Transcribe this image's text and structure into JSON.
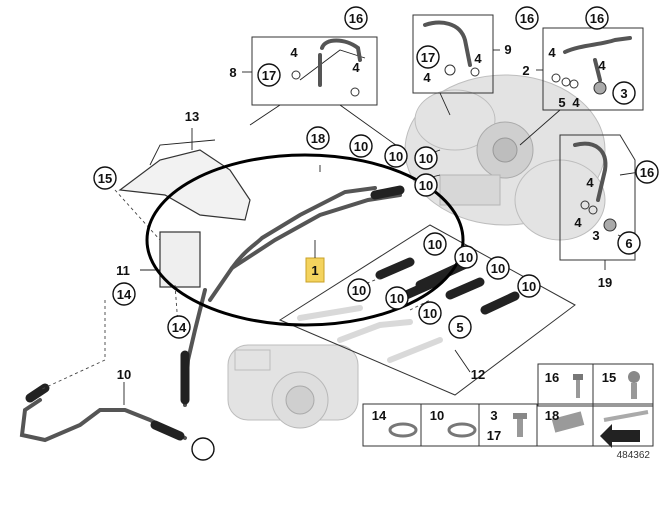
{
  "diagram": {
    "highlight_label": "1",
    "reference_number": "484362",
    "callouts": [
      "16",
      "16",
      "16",
      "16",
      "8",
      "17",
      "4",
      "4",
      "9",
      "17",
      "4",
      "4",
      "2",
      "4",
      "4",
      "5",
      "4",
      "3",
      "13",
      "18",
      "10",
      "10",
      "10",
      "10",
      "15",
      "11",
      "14",
      "14",
      "10",
      "10",
      "10",
      "10",
      "10",
      "10",
      "10",
      "5",
      "4",
      "4",
      "3",
      "6",
      "19",
      "12",
      "10"
    ],
    "legend": [
      {
        "label": "16"
      },
      {
        "label": "15"
      },
      {
        "label": "14"
      },
      {
        "label": "10"
      },
      {
        "label": "3",
        "label2": "17"
      },
      {
        "label": "18"
      }
    ]
  }
}
